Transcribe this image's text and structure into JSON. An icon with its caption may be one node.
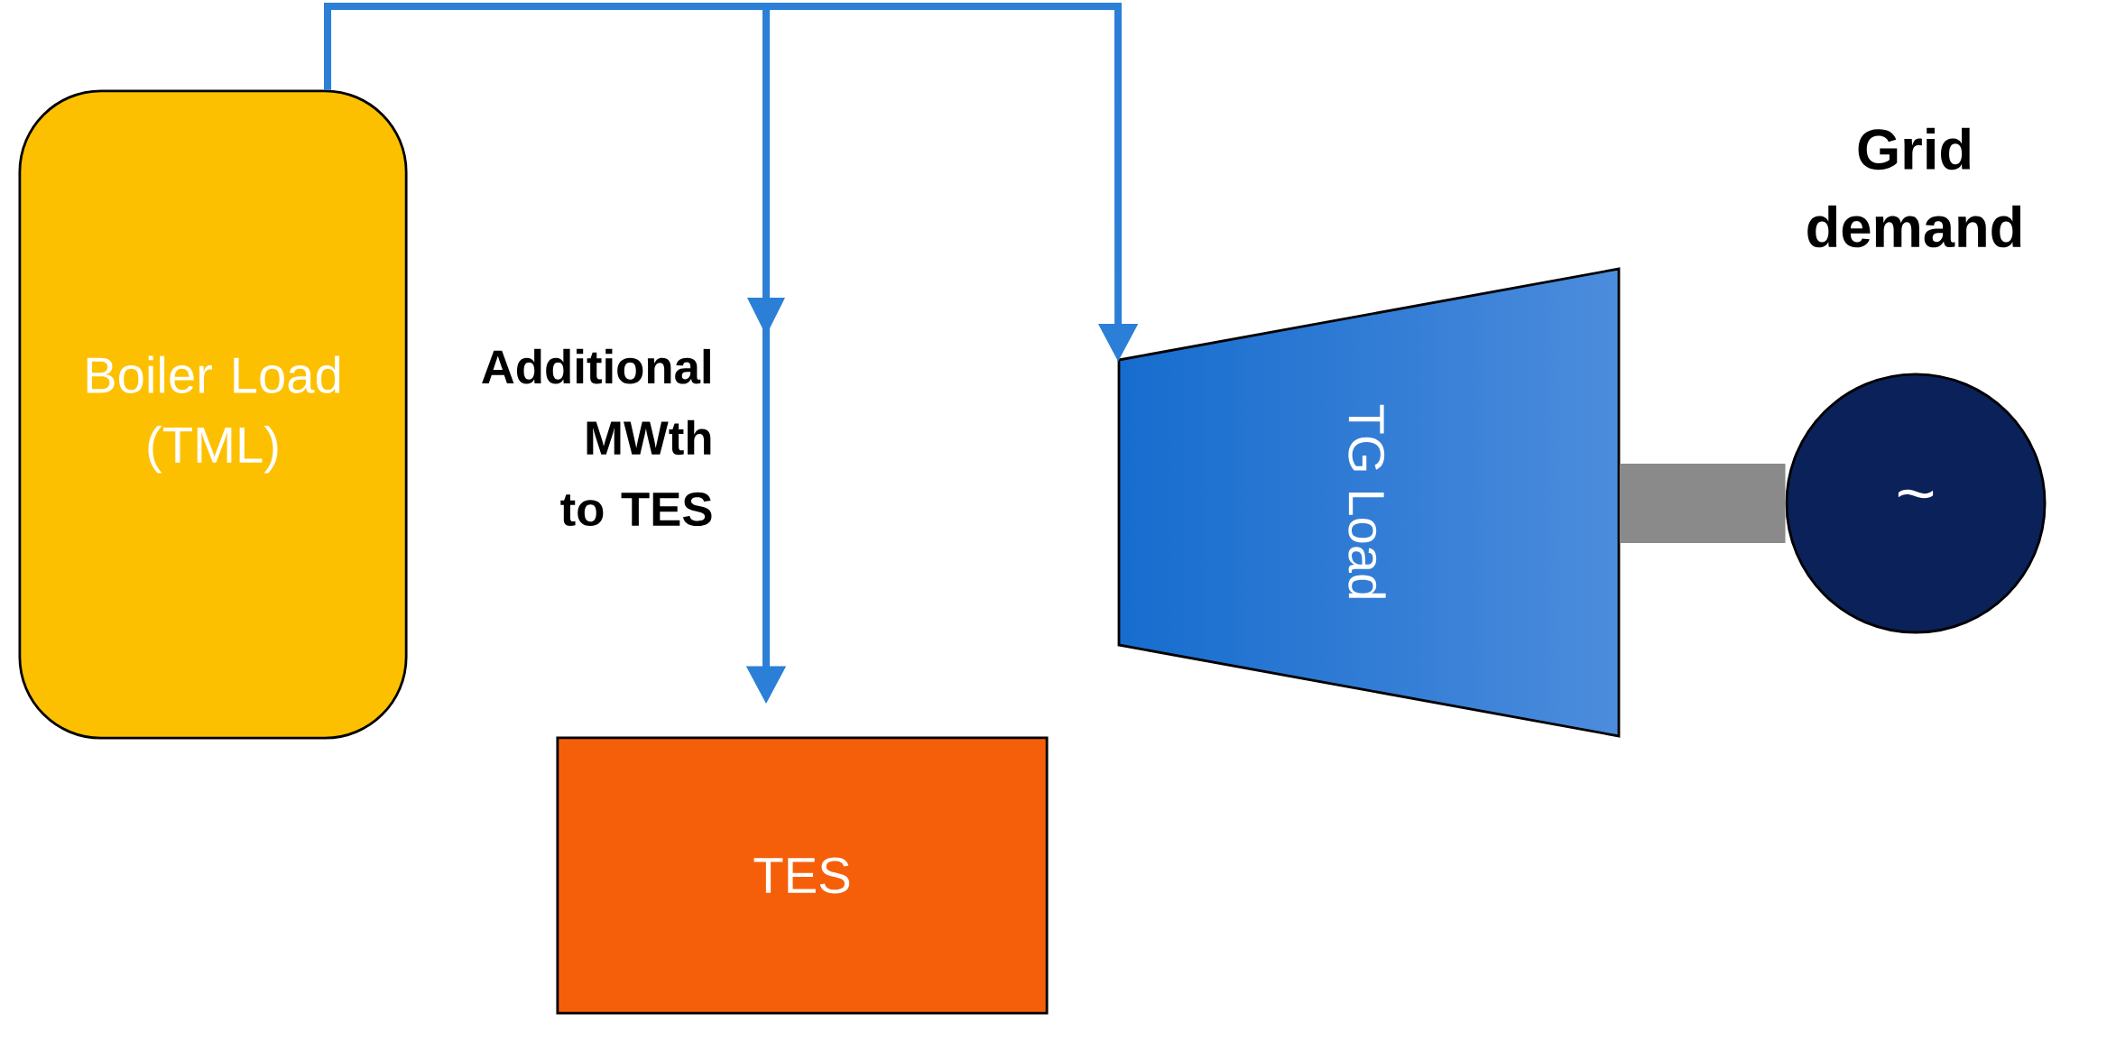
{
  "diagram": {
    "nodes": [
      {
        "text": [
          "Boiler Load (TML)"
        ]
      },
      {
        "text": [
          "TES"
        ]
      },
      {
        "text": [
          "TG Load"
        ]
      },
      {
        "text": [
          "~"
        ]
      }
    ],
    "edges": [
      {
        "from": 0,
        "to": 1,
        "arrow": "to",
        "label": "Additional MWth to TES"
      },
      {
        "from": 0,
        "to": 2,
        "arrow": "to"
      },
      {
        "from": 2,
        "to": 3,
        "arrow": "none",
        "style": "thick",
        "color": "#8a8a8a"
      }
    ],
    "labels": [
      "Grid demand"
    ]
  }
}
